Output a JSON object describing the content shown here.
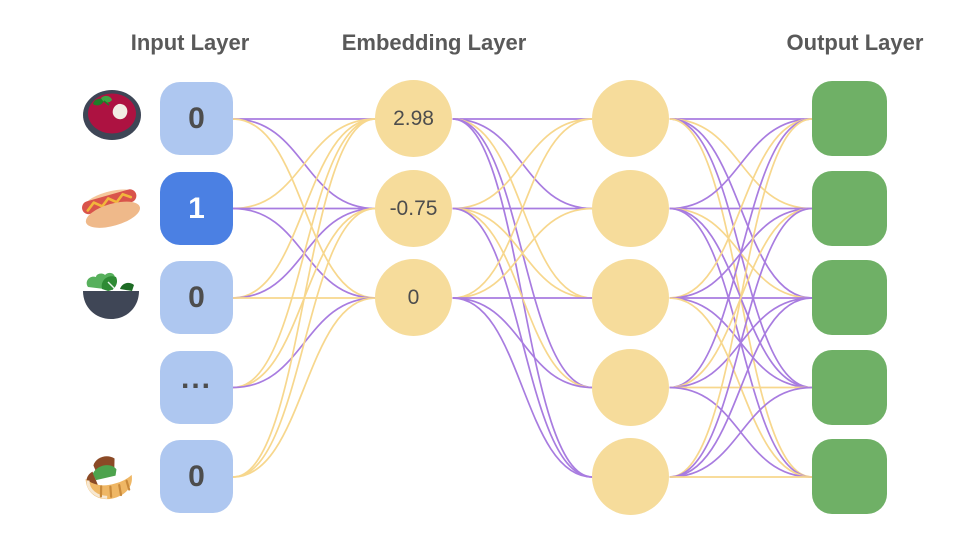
{
  "titles": {
    "input": "Input Layer",
    "embedding": "Embedding Layer",
    "output": "Output Layer"
  },
  "palette": {
    "purple_edge": "#A87CE0",
    "yellow_edge": "#F7D78D",
    "input_node": "#AEC7F0",
    "input_node_selected": "#4B80E3",
    "embed_node": "#F6DC9B",
    "output_node": "#6FB066",
    "node_text": "#4D4D4D",
    "title_text": "#595959"
  },
  "input_layer": {
    "nodes": [
      {
        "label": "0",
        "icon": "borscht-soup",
        "selected": false
      },
      {
        "label": "1",
        "icon": "hot-dog",
        "selected": true
      },
      {
        "label": "0",
        "icon": "green-salad",
        "selected": false
      },
      {
        "label": "...",
        "icon": "",
        "selected": false
      },
      {
        "label": "0",
        "icon": "stuffed-pita",
        "selected": false
      }
    ]
  },
  "embedding_layer": {
    "nodes": [
      {
        "label": "2.98"
      },
      {
        "label": "-0.75"
      },
      {
        "label": "0"
      }
    ]
  },
  "hidden_layer": {
    "nodes": [
      {
        "label": ""
      },
      {
        "label": ""
      },
      {
        "label": ""
      },
      {
        "label": ""
      },
      {
        "label": ""
      }
    ]
  },
  "output_layer": {
    "nodes": [
      {
        "label": ""
      },
      {
        "label": ""
      },
      {
        "label": ""
      },
      {
        "label": ""
      },
      {
        "label": ""
      }
    ]
  },
  "connections": {
    "input_to_embedding": [
      [
        0,
        0,
        "p"
      ],
      [
        0,
        1,
        "p"
      ],
      [
        0,
        2,
        "y"
      ],
      [
        1,
        0,
        "y"
      ],
      [
        1,
        1,
        "p"
      ],
      [
        1,
        2,
        "p"
      ],
      [
        2,
        0,
        "y"
      ],
      [
        2,
        1,
        "p"
      ],
      [
        2,
        2,
        "y"
      ],
      [
        3,
        0,
        "y"
      ],
      [
        3,
        1,
        "y"
      ],
      [
        3,
        2,
        "p"
      ],
      [
        4,
        0,
        "y"
      ],
      [
        4,
        1,
        "y"
      ],
      [
        4,
        2,
        "y"
      ]
    ],
    "embedding_to_hidden": [
      [
        0,
        0,
        "p"
      ],
      [
        0,
        1,
        "p"
      ],
      [
        0,
        2,
        "y"
      ],
      [
        0,
        3,
        "p"
      ],
      [
        0,
        4,
        "p"
      ],
      [
        1,
        0,
        "y"
      ],
      [
        1,
        1,
        "p"
      ],
      [
        1,
        2,
        "y"
      ],
      [
        1,
        3,
        "y"
      ],
      [
        1,
        4,
        "p"
      ],
      [
        2,
        0,
        "y"
      ],
      [
        2,
        1,
        "y"
      ],
      [
        2,
        2,
        "p"
      ],
      [
        2,
        3,
        "p"
      ],
      [
        2,
        4,
        "p"
      ]
    ],
    "hidden_to_output": [
      [
        0,
        0,
        "p"
      ],
      [
        0,
        1,
        "y"
      ],
      [
        0,
        2,
        "p"
      ],
      [
        0,
        3,
        "p"
      ],
      [
        0,
        4,
        "y"
      ],
      [
        1,
        0,
        "p"
      ],
      [
        1,
        1,
        "p"
      ],
      [
        1,
        2,
        "y"
      ],
      [
        1,
        3,
        "p"
      ],
      [
        1,
        4,
        "p"
      ],
      [
        2,
        0,
        "y"
      ],
      [
        2,
        1,
        "p"
      ],
      [
        2,
        2,
        "p"
      ],
      [
        2,
        3,
        "p"
      ],
      [
        2,
        4,
        "y"
      ],
      [
        3,
        0,
        "p"
      ],
      [
        3,
        1,
        "y"
      ],
      [
        3,
        2,
        "p"
      ],
      [
        3,
        3,
        "y"
      ],
      [
        3,
        4,
        "p"
      ],
      [
        4,
        0,
        "y"
      ],
      [
        4,
        1,
        "p"
      ],
      [
        4,
        2,
        "p"
      ],
      [
        4,
        3,
        "p"
      ],
      [
        4,
        4,
        "y"
      ]
    ]
  }
}
